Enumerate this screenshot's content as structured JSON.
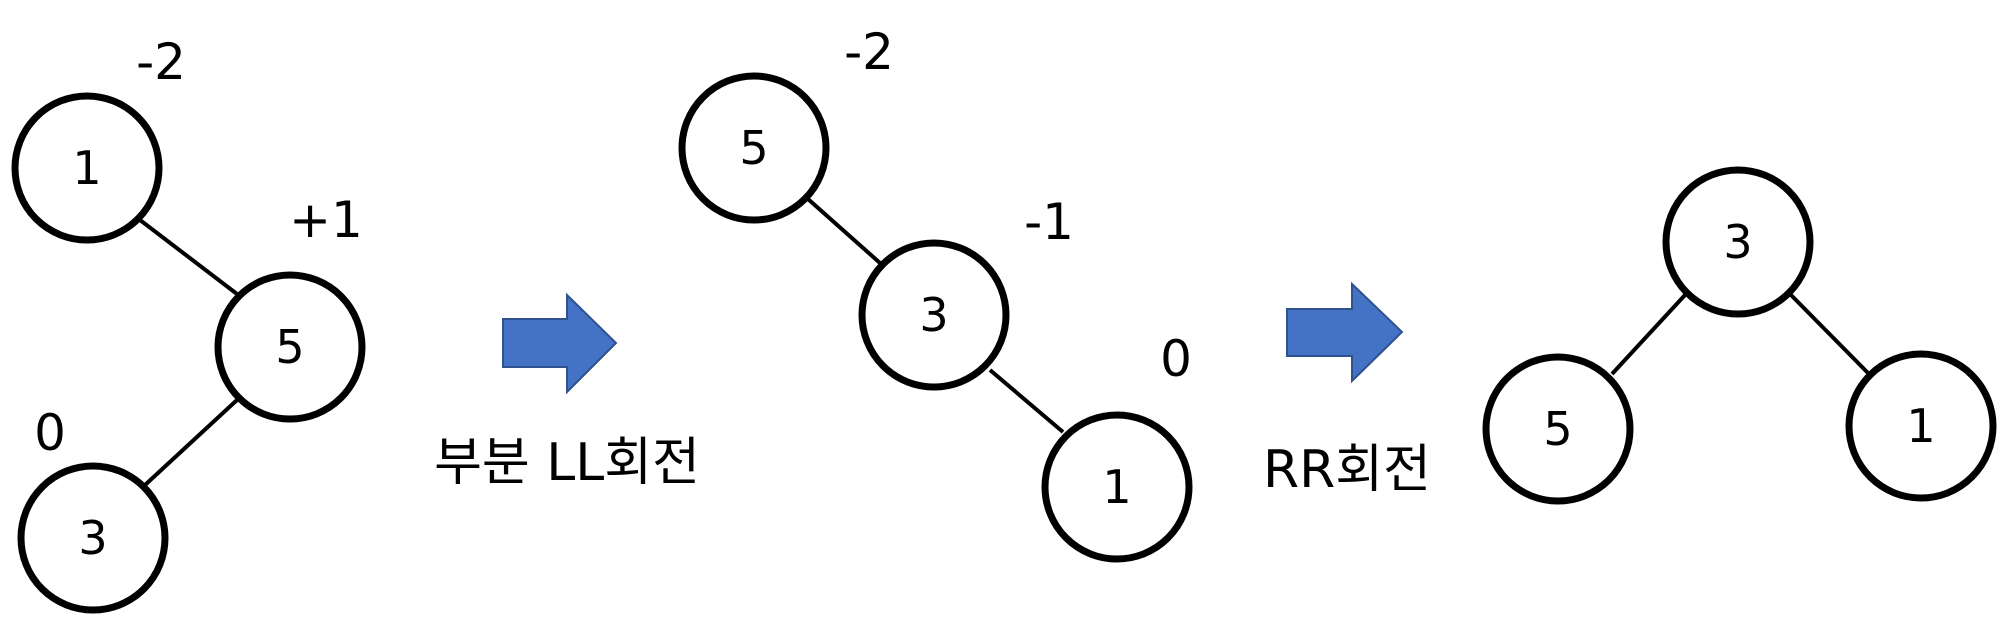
{
  "colors": {
    "arrow_fill": "#4472c4",
    "arrow_stroke": "#2f528f",
    "node_stroke": "#000000",
    "edge": "#000000"
  },
  "trees": [
    {
      "id": "initial",
      "nodes": [
        {
          "id": "t1-n1",
          "label": "1",
          "balance": "-2"
        },
        {
          "id": "t1-n5",
          "label": "5",
          "balance": "+1"
        },
        {
          "id": "t1-n3",
          "label": "3",
          "balance": "0"
        }
      ]
    },
    {
      "id": "after-ll",
      "nodes": [
        {
          "id": "t2-n5",
          "label": "5",
          "balance": "-2"
        },
        {
          "id": "t2-n3",
          "label": "3",
          "balance": "-1"
        },
        {
          "id": "t2-n1",
          "label": "1",
          "balance": "0"
        }
      ]
    },
    {
      "id": "after-rr",
      "nodes": [
        {
          "id": "t3-n3",
          "label": "3"
        },
        {
          "id": "t3-n5",
          "label": "5"
        },
        {
          "id": "t3-n1",
          "label": "1"
        }
      ]
    }
  ],
  "steps": [
    {
      "label": "부분 LL회전",
      "icon": "right-arrow-icon"
    },
    {
      "label": "RR회전",
      "icon": "right-arrow-icon"
    }
  ]
}
